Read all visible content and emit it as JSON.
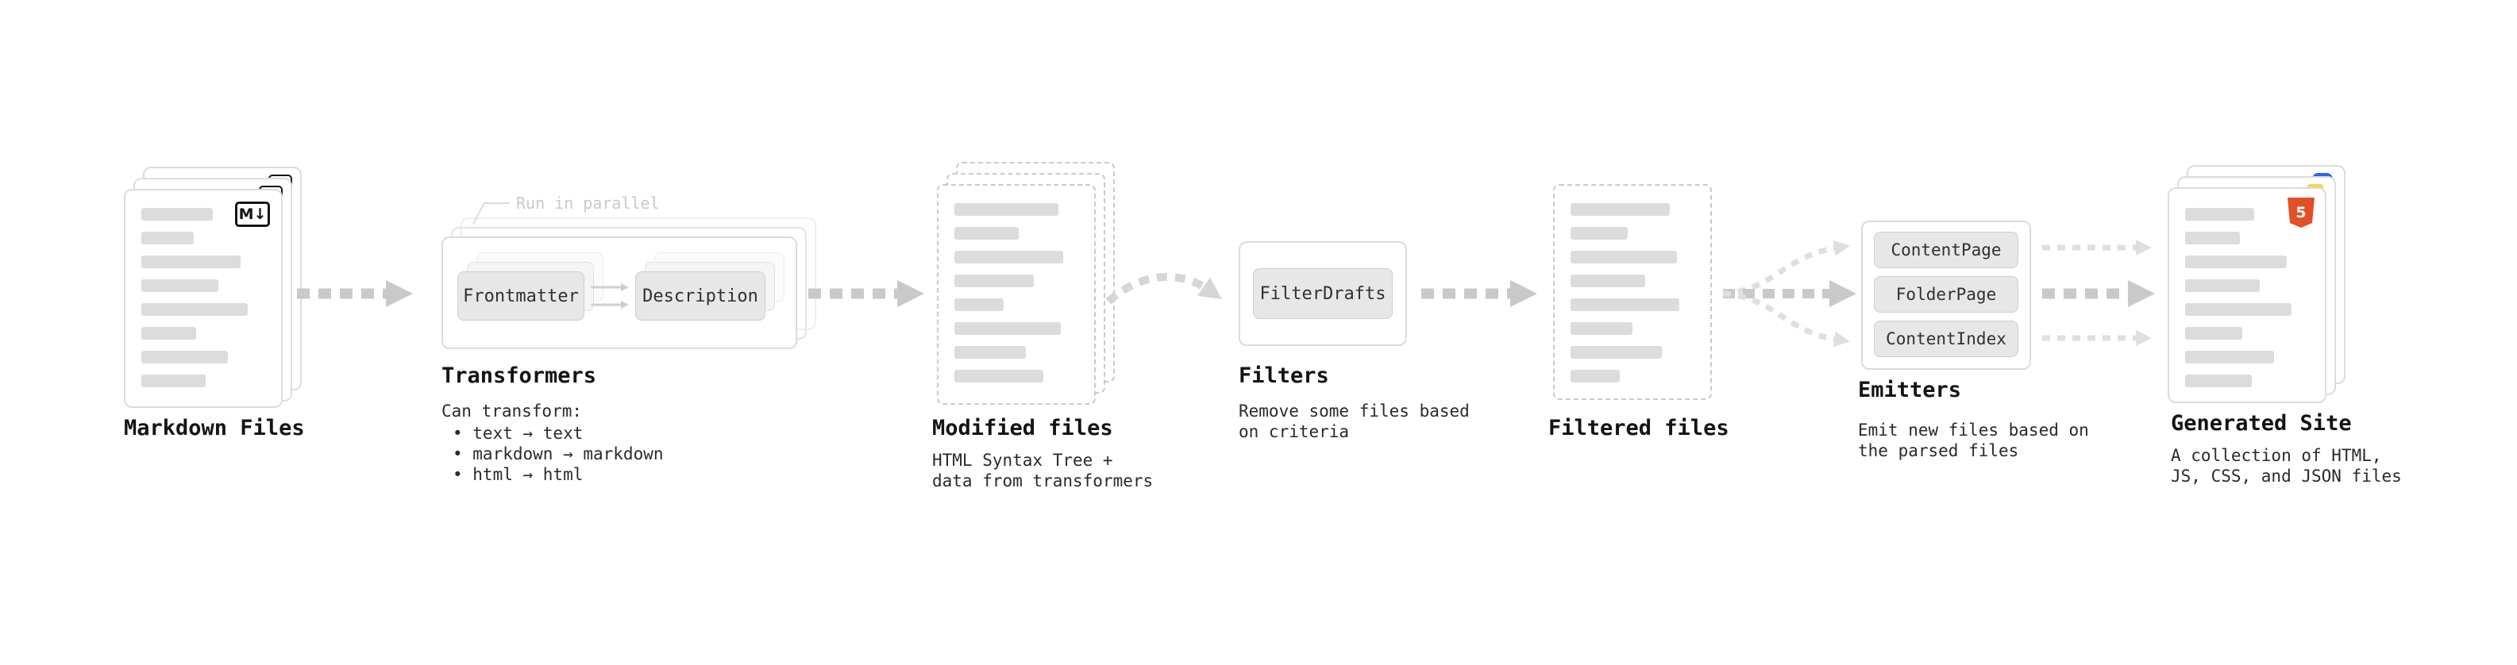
{
  "stages": {
    "markdown_files": {
      "label": "Markdown Files"
    },
    "transformers": {
      "label": "Transformers",
      "note": "Run in parallel",
      "boxes": [
        "Frontmatter",
        "Description"
      ],
      "desc_title": "Can transform:",
      "bullets": [
        "• text → text",
        "• markdown → markdown",
        "• html → html"
      ]
    },
    "modified_files": {
      "label": "Modified files",
      "desc_line1": "HTML Syntax Tree +",
      "desc_line2": "data from transformers"
    },
    "filters": {
      "label": "Filters",
      "boxes": [
        "FilterDrafts"
      ],
      "desc_line1": "Remove some files based",
      "desc_line2": "on criteria"
    },
    "filtered_files": {
      "label": "Filtered files"
    },
    "emitters": {
      "label": "Emitters",
      "boxes": [
        "ContentPage",
        "FolderPage",
        "ContentIndex"
      ],
      "desc_line1": "Emit new files based on",
      "desc_line2": "the parsed files"
    },
    "generated_site": {
      "label": "Generated Site",
      "desc_line1": "A collection of HTML,",
      "desc_line2": "JS, CSS, and JSON files"
    },
    "icons": {
      "markdown": "M↓",
      "html5": "5"
    },
    "colors": {
      "html5": "#e34f26",
      "js": "#f0db4f",
      "css": "#2965f1",
      "arrow_main": "#c9c9c9",
      "arrow_light": "#dfdfdf"
    }
  }
}
